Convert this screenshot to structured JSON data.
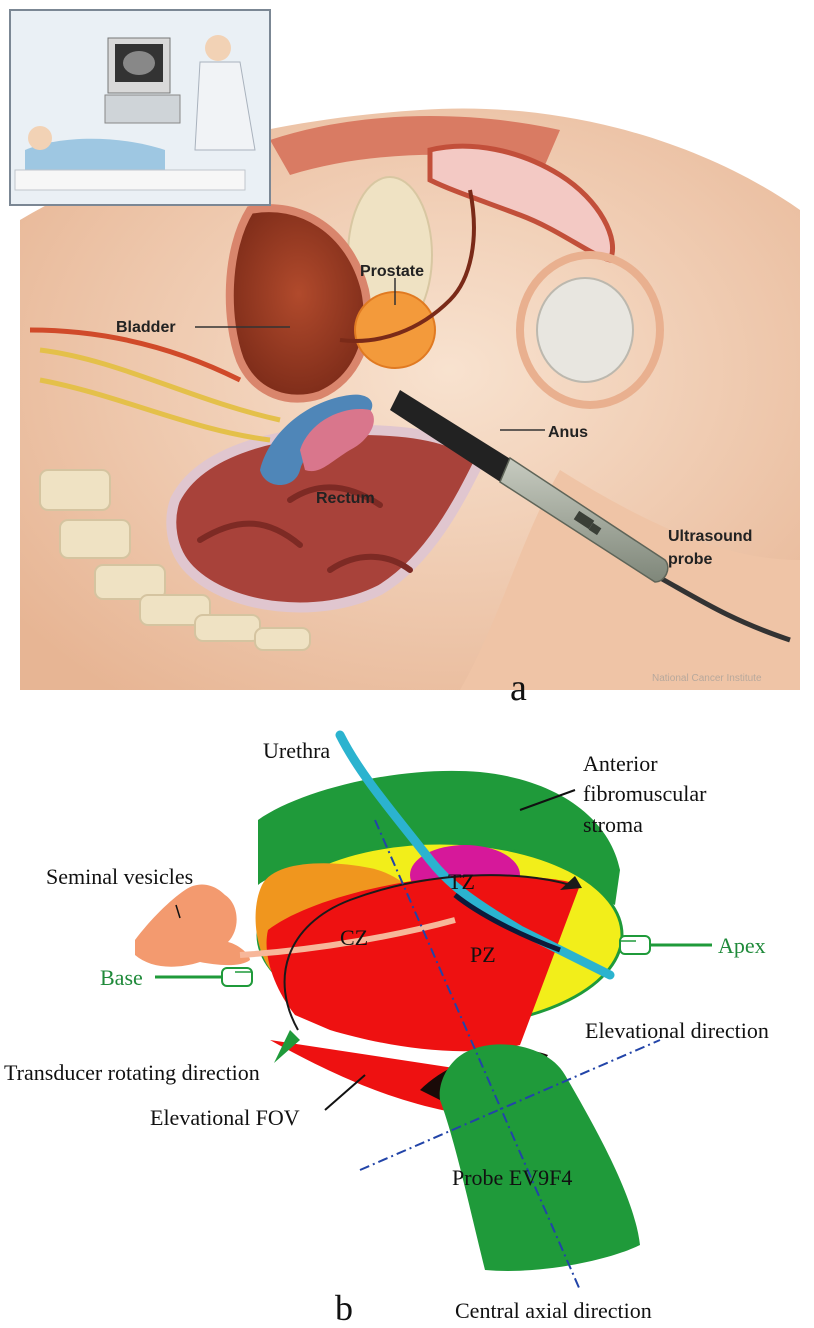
{
  "panel_a": {
    "labels": {
      "prostate": "Prostate",
      "bladder": "Bladder",
      "anus": "Anus",
      "rectum": "Rectum",
      "ultrasound_probe_line1": "Ultrasound",
      "ultrasound_probe_line2": "probe"
    },
    "credit": "National Cancer Institute",
    "panel_letter": "a"
  },
  "panel_b": {
    "labels": {
      "urethra": "Urethra",
      "anterior_line1": "Anterior",
      "anterior_line2": "fibromuscular",
      "anterior_line3": "stroma",
      "seminal_vesicles": "Seminal vesicles",
      "tz": "TZ",
      "cz": "CZ",
      "pz": "PZ",
      "base": "Base",
      "apex": "Apex",
      "elevational_direction": "Elevational direction",
      "transducer_rotating_direction": "Transducer rotating direction",
      "elevational_fov": "Elevational FOV",
      "probe": "Probe EV9F4",
      "central_axial_direction": "Central axial direction"
    },
    "panel_letter": "b"
  },
  "colors": {
    "skin": "#f1cdb3",
    "muscle": "#c9573f",
    "bladder": "#9a3a25",
    "prostate": "#f39a3b",
    "rectum": "#a8423a",
    "bone": "#efe2c3",
    "probe_gray": "#9fa69a",
    "zone_green": "#1f9a3a",
    "zone_red": "#ee1111",
    "zone_orange": "#f0961e",
    "zone_yellow": "#f2ee1a",
    "zone_magenta": "#d6189a",
    "urethra_cyan": "#2bb3cf",
    "seminal_salmon": "#f39a6f",
    "axis_blue": "#2244a8"
  }
}
